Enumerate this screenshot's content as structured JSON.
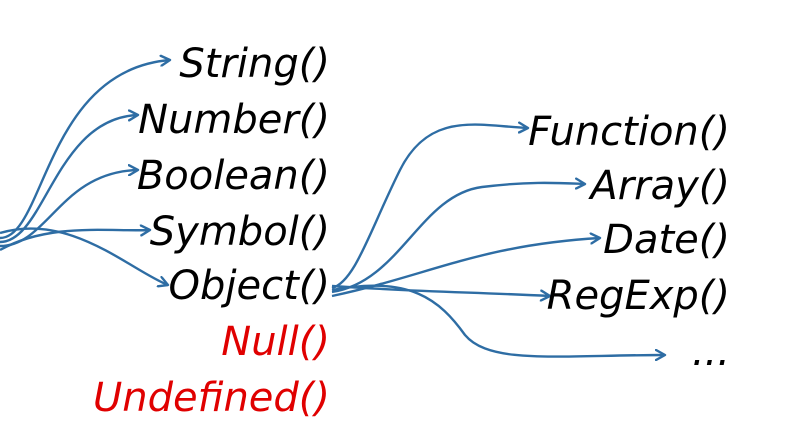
{
  "colors": {
    "arrow": "#2e6da4",
    "text": "#000000",
    "highlight": "#e00000"
  },
  "left_column": {
    "items": [
      {
        "key": "string",
        "label": "String()"
      },
      {
        "key": "number",
        "label": "Number()"
      },
      {
        "key": "boolean",
        "label": "Boolean()"
      },
      {
        "key": "symbol",
        "label": "Symbol()"
      },
      {
        "key": "object",
        "label": "Object()"
      },
      {
        "key": "null",
        "label": "Null()"
      },
      {
        "key": "undefined",
        "label": "Undefined()"
      }
    ]
  },
  "right_column": {
    "items": [
      {
        "key": "function",
        "label": "Function()"
      },
      {
        "key": "array",
        "label": "Array()"
      },
      {
        "key": "date",
        "label": "Date()"
      },
      {
        "key": "regexp",
        "label": "RegExp()"
      },
      {
        "key": "ellipsis",
        "label": "..."
      }
    ]
  }
}
